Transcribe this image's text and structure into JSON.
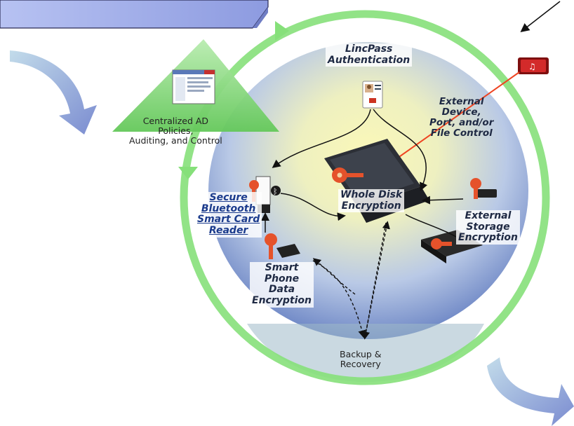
{
  "labels": {
    "lincpass": [
      "LincPass",
      "Authentication"
    ],
    "central_ad": [
      "Centralized AD",
      "Policies,",
      "Auditing, and Control"
    ],
    "external_device": [
      "External",
      "Device,",
      "Port, and/or",
      "File Control"
    ],
    "whole_disk": [
      "Whole Disk",
      "Encryption"
    ],
    "secure_bt": [
      "Secure",
      "Bluetooth",
      "Smart Card",
      "Reader"
    ],
    "external_storage": [
      "External",
      "Storage",
      "Encryption"
    ],
    "smart_phone": [
      "Smart",
      "Phone",
      "Data",
      "Encryption"
    ],
    "backup": [
      "Backup &",
      "Recovery"
    ]
  },
  "colors": {
    "ring": "#86e07a",
    "sphere_center": "#f6f3a8",
    "sphere_edge": "#6f88c6",
    "arrow_blue": "#7f8fd0",
    "key": "#e5522b",
    "red_arrow": "#ee4422",
    "banner": "#9aa8e8"
  },
  "icons": [
    "sync-arrow-icon",
    "key-icon",
    "laptop-icon",
    "id-badge-icon",
    "bluetooth-icon",
    "usb-drive-icon",
    "phone-icon",
    "media-device-icon",
    "hard-drive-icon",
    "screen-icon"
  ]
}
